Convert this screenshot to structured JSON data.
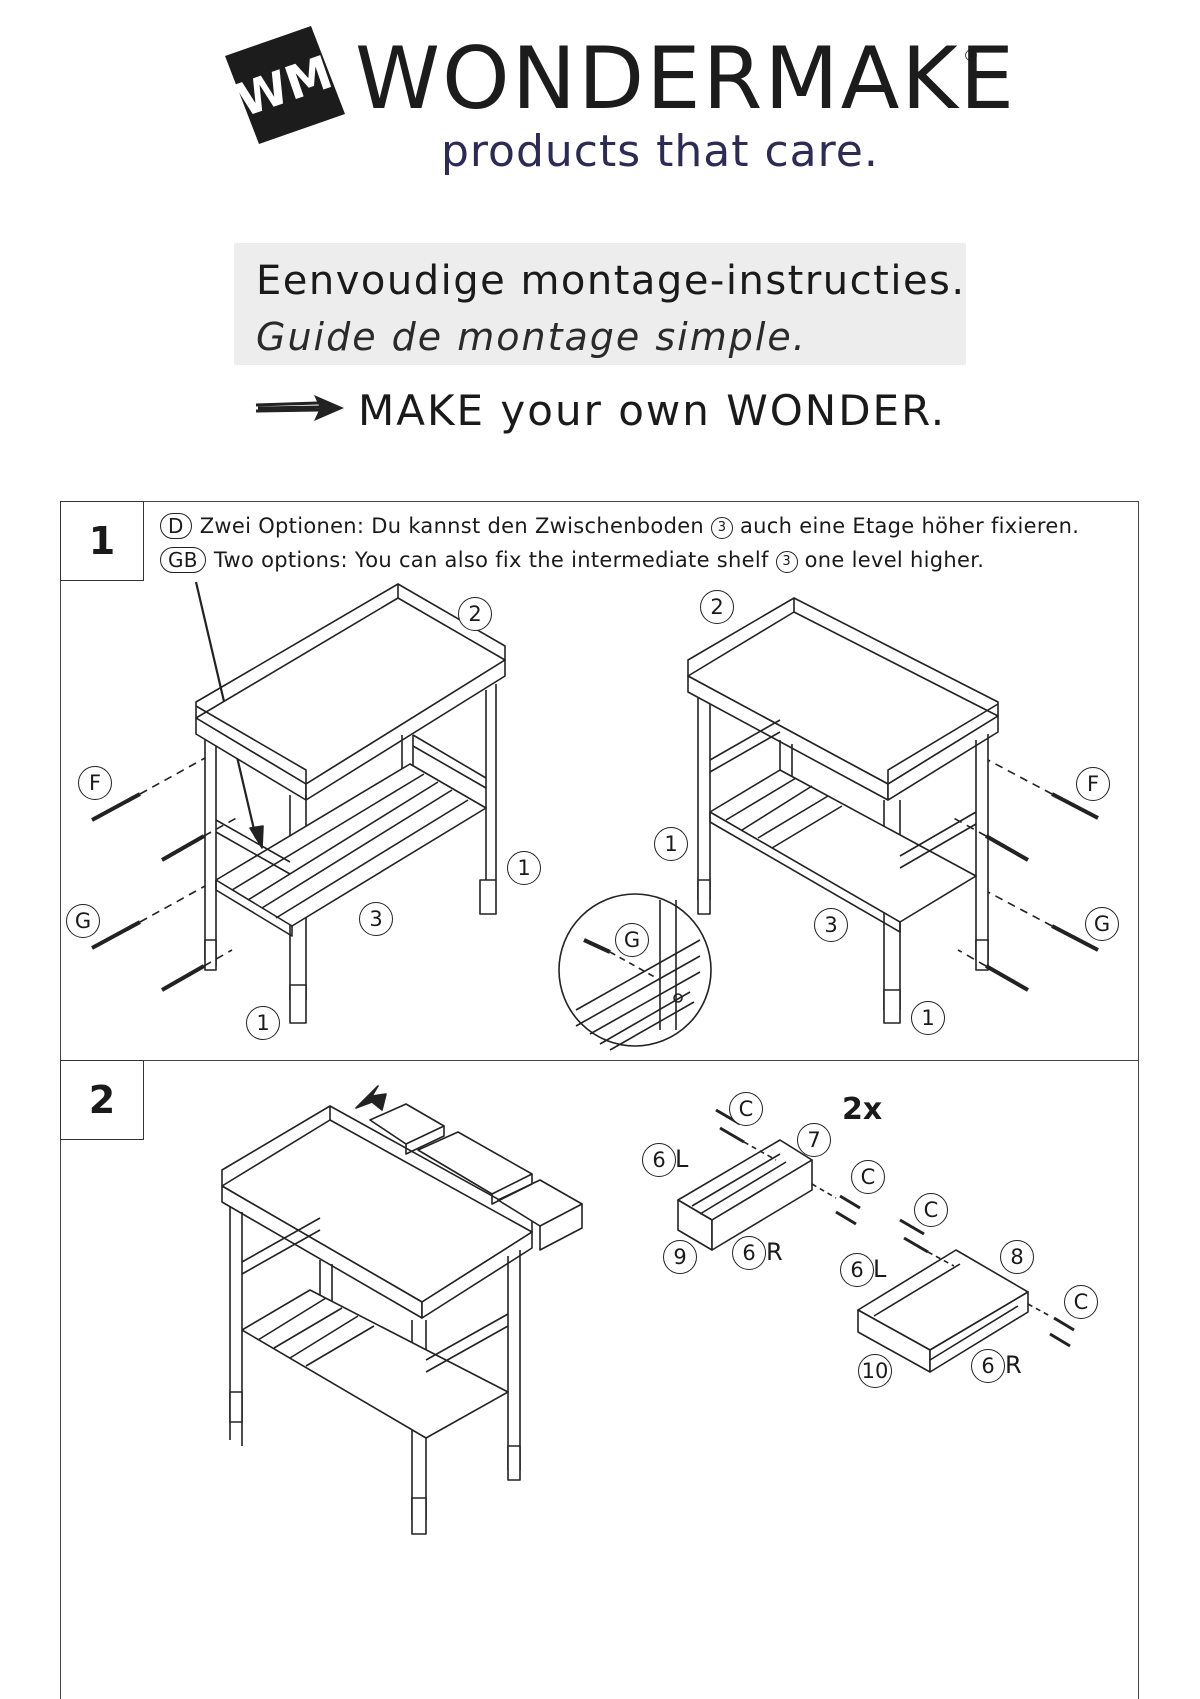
{
  "header": {
    "logo_monogram": "WM",
    "brand": "WONDERMAKE",
    "registered_mark": "®",
    "tagline": "products that care."
  },
  "titles": {
    "dutch": "Eenvoudige montage-instructies.",
    "french": "Guide de montage simple.",
    "slogan": "MAKE your own WONDER."
  },
  "step1": {
    "number": "1",
    "notes": [
      {
        "lang": "D",
        "text_before": "Zwei Optionen: Du kannst den Zwischenboden",
        "ref": "3",
        "text_after": "auch eine Etage höher fixieren."
      },
      {
        "lang": "GB",
        "text_before": "Two options: You can also fix the intermediate shelf",
        "ref": "3",
        "text_after": "one level higher."
      }
    ],
    "left_view": {
      "part_top": "2",
      "part_leg_right": "1",
      "part_leg_front": "1",
      "part_shelf": "3",
      "bolt_upper": "F",
      "bolt_lower": "G"
    },
    "right_view": {
      "part_top": "2",
      "part_leg_left": "1",
      "part_leg_front": "1",
      "part_shelf": "3",
      "bolt_upper": "F",
      "bolt_lower": "G"
    },
    "detail": {
      "bolt": "G"
    }
  },
  "step2": {
    "number": "2",
    "multiplier": "2x",
    "drawer_small": {
      "screw_top": "C",
      "screw_right": "C",
      "front": "7",
      "side_left": "6",
      "side_left_suffix": "L",
      "side_right": "6",
      "side_right_suffix": "R",
      "bottom": "9"
    },
    "drawer_large": {
      "screw_top": "C",
      "screw_right": "C",
      "front": "8",
      "side_left": "6",
      "side_left_suffix": "L",
      "side_right": "6",
      "side_right_suffix": "R",
      "bottom": "10"
    }
  }
}
